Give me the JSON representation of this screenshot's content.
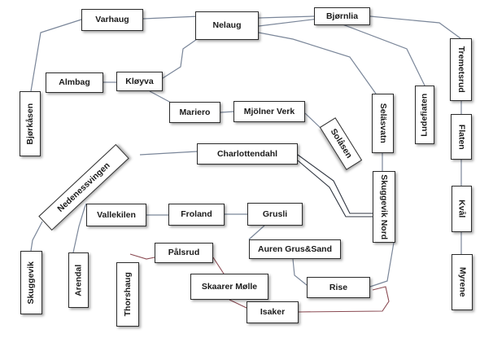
{
  "colors": {
    "line_gray": "#7a8699",
    "line_red": "#8a4a52",
    "line_dark": "#2f3540",
    "box_border": "#2b2b2b"
  },
  "nodes": {
    "varhaug": "Varhaug",
    "nelaug": "Nelaug",
    "bjornlia": "Bjørnlia",
    "tremetsrud": "Tremetsrud",
    "almbag": "Almbag",
    "klovya": "Kløyva",
    "bjorkasen": "Bjørkåsen",
    "mariero": "Mariero",
    "mjolner_verk": "Mjölner Verk",
    "selasvatn": "Seläsvatn",
    "ludefiaten": "Ludefiaten",
    "flaten": "Flaten",
    "solasen": "Solåsen",
    "charlottendahl": "Charlottendahl",
    "nedenessvingen": "Nedenessvingen",
    "skuggevik_nord": "Skuggevik Nord",
    "kval": "Kvål",
    "vallekilen": "Vallekilen",
    "froland": "Froland",
    "grusli": "Grusli",
    "palsrud": "Pålsrud",
    "auren_grus_sand": "Auren Grus&Sand",
    "skuggevik": "Skuggevik",
    "arendal": "Arendal",
    "thorshaug": "Thorshaug",
    "skaarer_molle": "Skaarer Mølle",
    "rise": "Rise",
    "isaker": "Isaker",
    "myrene": "Myrene"
  }
}
